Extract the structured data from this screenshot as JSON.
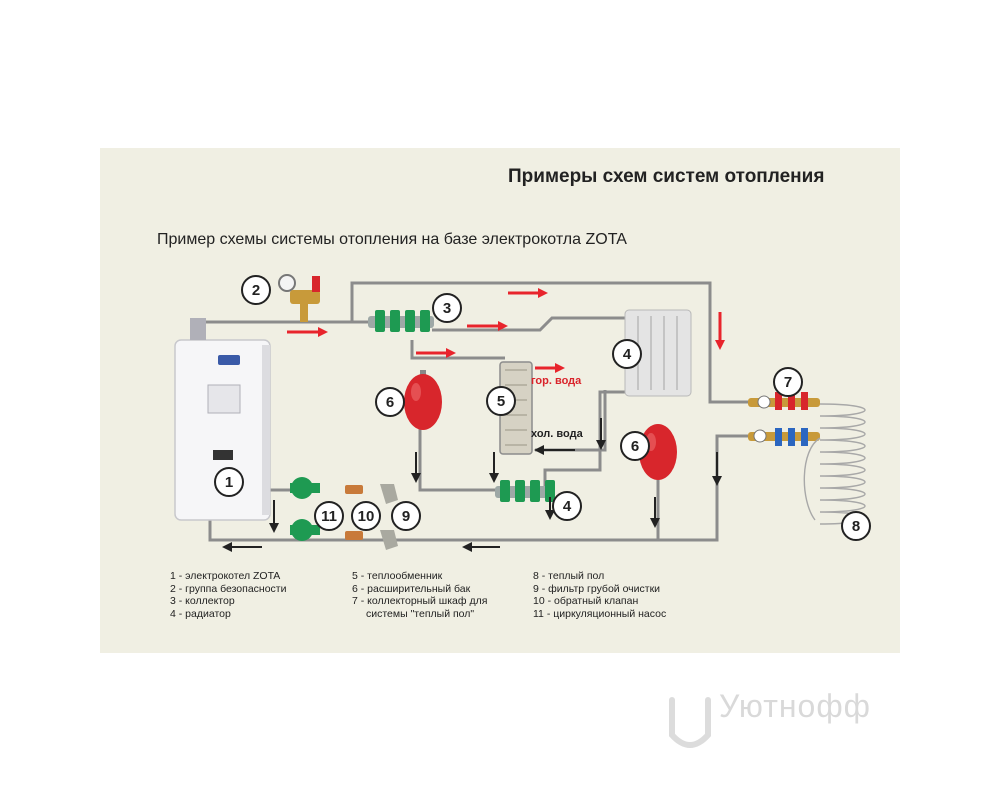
{
  "title": "Примеры схем систем отопления",
  "subtitle": "Пример схемы системы отопления на базе электрокотла ZOTA",
  "labels": {
    "hot_water": "гор. вода",
    "cold_water": "хол. вода",
    "boiler_brand": "ZOTA"
  },
  "markers": [
    "1",
    "2",
    "3",
    "4",
    "4",
    "5",
    "6",
    "6",
    "7",
    "8",
    "9",
    "10",
    "11"
  ],
  "legend": {
    "col1": [
      "1 - электрокотел ZOTA",
      "2 - группа безопасности",
      "3 - коллектор",
      "4 - радиатор"
    ],
    "col2": [
      "5 - теплообменник",
      "6 - расширительный бак",
      "7 - коллекторный шкаф для",
      "системы \"теплый пол\""
    ],
    "col3": [
      "8 - теплый пол",
      "9 - фильтр грубой очистки",
      "10 - обратный клапан",
      "11 - циркуляционный насос"
    ]
  },
  "watermark": "Уютнофф",
  "colors": {
    "panel": "#f0efe3",
    "pipe": "#8c8c8c",
    "arrow_red": "#e8242c",
    "arrow_black": "#222222",
    "tank_red": "#d8262c"
  }
}
